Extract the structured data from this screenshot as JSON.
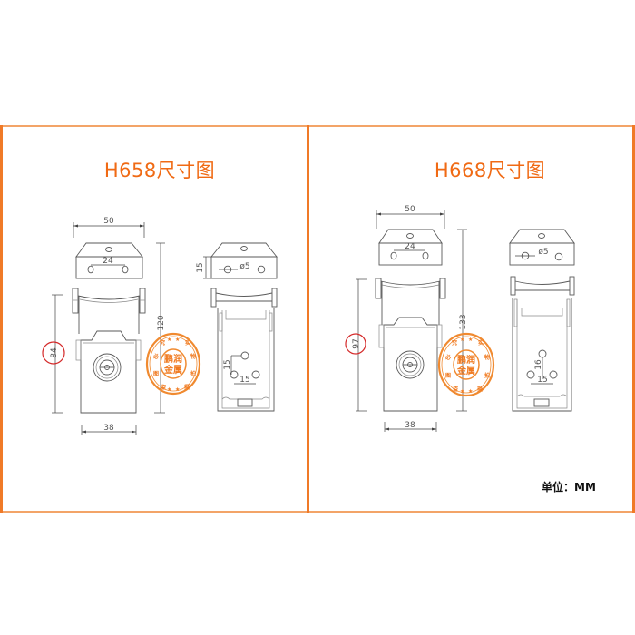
{
  "panels": [
    {
      "title": "H658尺寸图",
      "front_view": {
        "top_width": "50",
        "hole_spacing": "24",
        "latch_height": "84",
        "total_height": "120",
        "bottom_width": "38"
      },
      "side_view": {
        "hole_diameter": "ø5",
        "top_hole_offset": "15",
        "hole_vertical_spacing": "15",
        "hole_horizontal_spacing": "15"
      },
      "stamp": {
        "center_line1": "鹏润",
        "center_line2": "金属",
        "ring_left": [
          "盗",
          "图",
          "必",
          "究"
        ],
        "ring_right": [
          "实",
          "物",
          "拍",
          "摄"
        ],
        "star": "★"
      }
    },
    {
      "title": "H668尺寸图",
      "front_view": {
        "top_width": "50",
        "hole_spacing": "24",
        "latch_height": "97",
        "total_height": "133",
        "bottom_width": "38"
      },
      "side_view": {
        "hole_diameter": "ø5",
        "hole_vertical_spacing": "16",
        "hole_horizontal_spacing": "15"
      },
      "stamp": {
        "center_line1": "鹏润",
        "center_line2": "金属",
        "ring_left": [
          "盗",
          "图",
          "必",
          "究"
        ],
        "ring_right": [
          "实",
          "物",
          "拍",
          "摄"
        ],
        "star": "★"
      }
    }
  ],
  "unit_label": "单位：MM",
  "colors": {
    "frame": "#f07a28",
    "title": "#f06a14",
    "stamp": "#f08a30",
    "highlight_circle": "#d42a2a",
    "drawing_line": "#5a5a5a"
  }
}
